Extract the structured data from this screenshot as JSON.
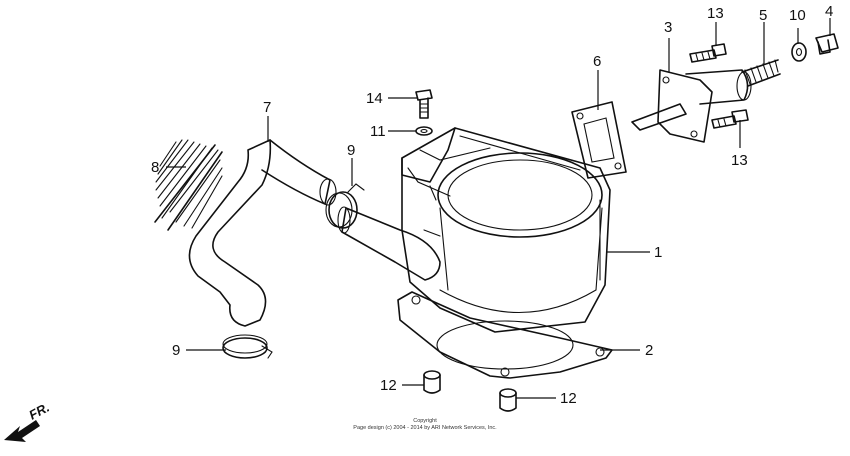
{
  "labels": {
    "l1": "1",
    "l2": "2",
    "l3": "3",
    "l4": "4",
    "l5": "5",
    "l6": "6",
    "l7": "7",
    "l8": "8",
    "l9a": "9",
    "l9b": "9",
    "l10": "10",
    "l11": "11",
    "l12a": "12",
    "l12b": "12",
    "l13a": "13",
    "l13b": "13",
    "l14": "14"
  },
  "front_indicator": "FR.",
  "copyright": {
    "line1": "Copyright",
    "line2": "Page design (c) 2004 - 2014 by ARI Network Services, Inc."
  }
}
